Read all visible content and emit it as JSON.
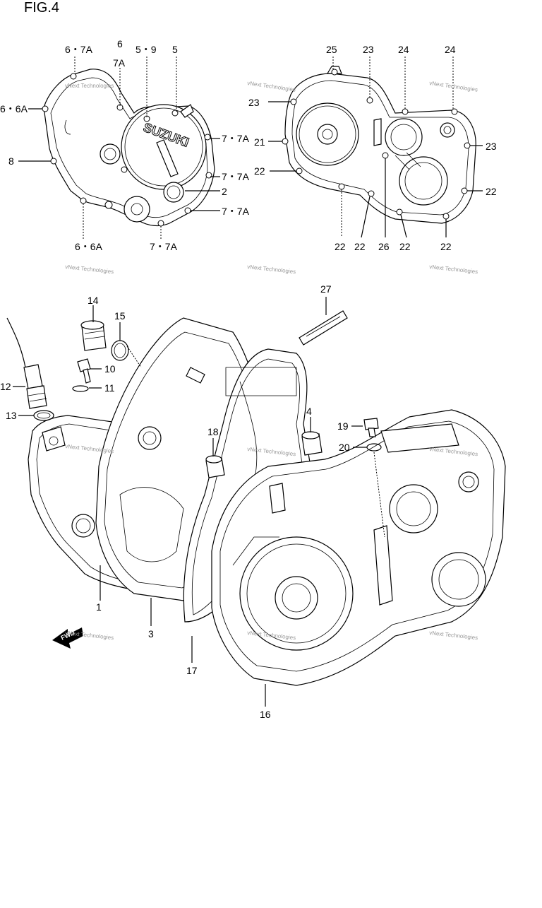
{
  "figure": {
    "title": "FIG.4",
    "watermark": "vNext Technologies",
    "forward_marker": "FWD"
  },
  "callouts": {
    "c_6_7a_top": "6・7A",
    "c_6_top": "6",
    "c_7a_top": "7A",
    "c_5_9": "5・9",
    "c_5": "5",
    "c_6_6a_left": "6・6A",
    "c_8": "8",
    "c_7_7a_r1": "7・7A",
    "c_7_7a_r2": "7・7A",
    "c_2": "2",
    "c_7_7a_r3": "7・7A",
    "c_6_6a_bottom": "6・6A",
    "c_7_7a_bottom": "7・7A",
    "c_25": "25",
    "c_23_top": "23",
    "c_24_top1": "24",
    "c_24_top2": "24",
    "c_23_left": "23",
    "c_21": "21",
    "c_22_left": "22",
    "c_23_right": "23",
    "c_22_right": "22",
    "c_22_b1": "22",
    "c_22_b2": "22",
    "c_26": "26",
    "c_22_b3": "22",
    "c_22_b4": "22",
    "c_27": "27",
    "c_14": "14",
    "c_15": "15",
    "c_10": "10",
    "c_11": "11",
    "c_12": "12",
    "c_13": "13",
    "c_18": "18",
    "c_4": "4",
    "c_19": "19",
    "c_20": "20",
    "c_1": "1",
    "c_3": "3",
    "c_17": "17",
    "c_16": "16"
  }
}
